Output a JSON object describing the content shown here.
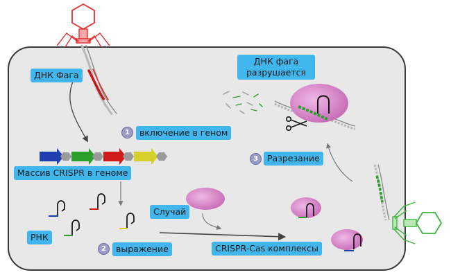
{
  "labels": {
    "phage_dna": "ДНК Фага",
    "integration": "включение в геном",
    "crispr_array": "Массив CRISPR в геноме",
    "rna": "РНК",
    "expression": "выражение",
    "random": "Случай",
    "complexes": "CRISPR-Cas комплексы",
    "cutting": "Разрезание",
    "phage_dna_destroyed": "ДНК фага разрушается"
  },
  "steps": {
    "one": "1",
    "two": "2",
    "three": "3"
  },
  "colors": {
    "label_bg": "#41b6ec",
    "cell_fill": "#e8e8e8",
    "cell_border": "#3a3a3a",
    "phage_red": "#e0312c",
    "phage_green": "#3fb53f",
    "spacer_blue": "#1f3fb0",
    "spacer_green": "#2aa02a",
    "spacer_red": "#d11b1b",
    "spacer_yellow": "#d6d02c",
    "cas_protein": "#c66bb5",
    "step_circle": "#9c9cc8"
  },
  "icons": [
    "scissors-icon",
    "phage-icon",
    "dna-helix-icon",
    "cas-protein-icon",
    "rna-hairpin-icon"
  ]
}
